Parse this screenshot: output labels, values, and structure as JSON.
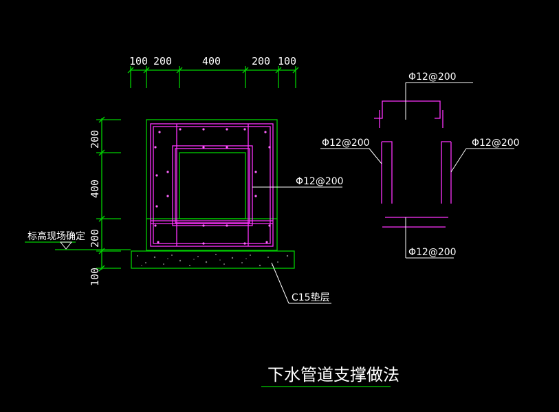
{
  "top_dimensions": [
    "100",
    "200",
    "400",
    "200",
    "100"
  ],
  "side_dimensions": [
    "200",
    "400",
    "200",
    "100"
  ],
  "callouts": {
    "main_rebar": "Φ12@200",
    "detail_top": "Φ12@200",
    "detail_left": "Φ12@200",
    "detail_right": "Φ12@200",
    "detail_bottom": "Φ12@200"
  },
  "elevation_note": "标高现场确定",
  "cushion_label": "C15垫层",
  "title": "下水管道支撑做法",
  "colors": {
    "background": "#000000",
    "concrete_outline": "#00d000",
    "rebar": "#ff33ff",
    "text": "#ffffff"
  }
}
